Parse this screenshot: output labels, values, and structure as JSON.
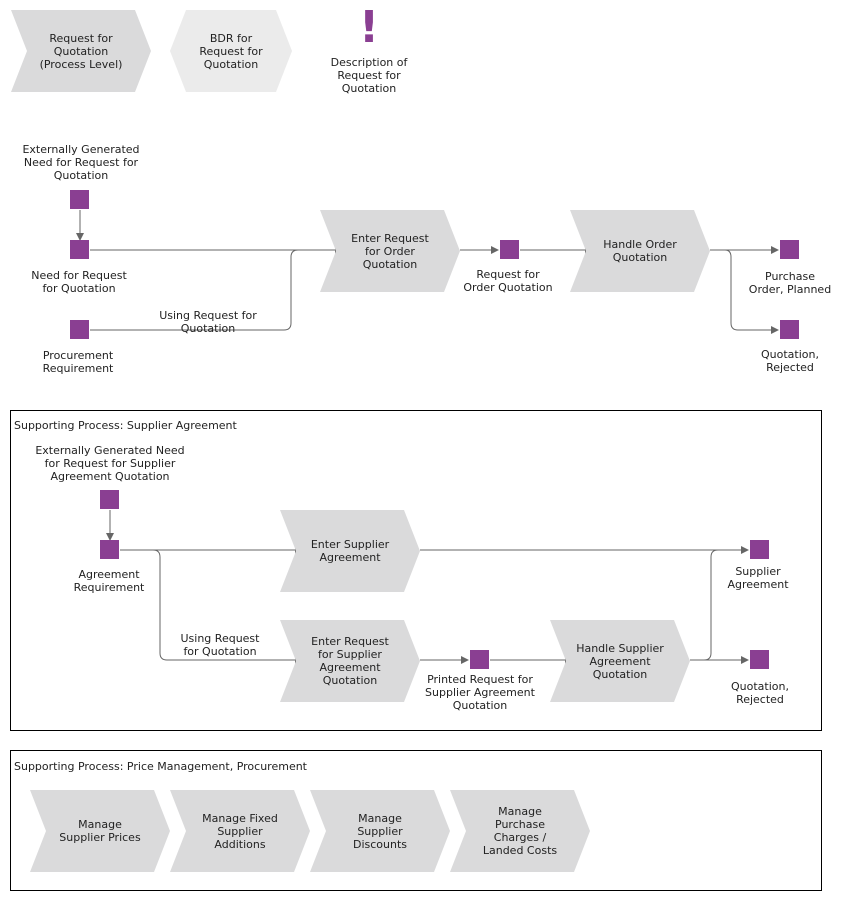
{
  "legend": {
    "process_level": "Request for\nQuotation\n(Process Level)",
    "bdr": "BDR for\nRequest for\nQuotation",
    "description": "Description of\nRequest for\nQuotation"
  },
  "main_flow": {
    "external_need": "Externally Generated\nNeed for Request for\nQuotation",
    "need": "Need for Request\nfor Quotation",
    "procurement_req": "Procurement\nRequirement",
    "using_rfq": "Using Request for\nQuotation",
    "enter_request": "Enter Request\nfor Order\nQuotation",
    "request_order_quotation": "Request for\nOrder Quotation",
    "handle_order": "Handle Order\nQuotation",
    "purchase_order": "Purchase\nOrder, Planned",
    "quotation_rejected": "Quotation,\nRejected"
  },
  "supplier_agreement": {
    "title": "Supporting Process: Supplier Agreement",
    "external_need": "Externally Generated Need\nfor Request for Supplier\nAgreement Quotation",
    "agreement_req": "Agreement\nRequirement",
    "enter_supplier_agreement": "Enter Supplier\nAgreement",
    "using_rfq": "Using Request\nfor Quotation",
    "enter_request_sa": "Enter Request\nfor Supplier\nAgreement\nQuotation",
    "printed_request": "Printed Request for\nSupplier Agreement\nQuotation",
    "handle_supplier": "Handle Supplier\nAgreement\nQuotation",
    "supplier_agreement_out": "Supplier\nAgreement",
    "quotation_rejected": "Quotation,\nRejected"
  },
  "price_management": {
    "title": "Supporting Process: Price Management, Procurement",
    "manage_prices": "Manage\nSupplier Prices",
    "manage_fixed": "Manage Fixed\nSupplier\nAdditions",
    "manage_discounts": "Manage\nSupplier\nDiscounts",
    "manage_charges": "Manage\nPurchase\nCharges /\nLanded Costs"
  },
  "colors": {
    "event": "#8a3f92",
    "process_fill": "#dadadb",
    "connector": "#666666"
  }
}
